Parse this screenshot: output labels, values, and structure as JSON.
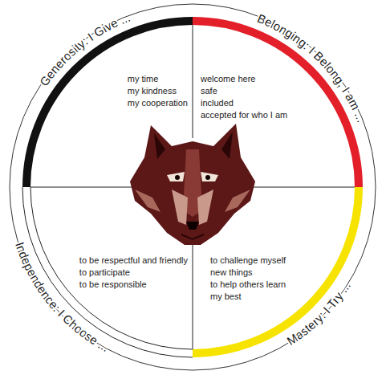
{
  "diagram": {
    "nodes": [
      {
        "text": [
          "Generosity: I Give ...",
          "my time",
          "my kindness",
          "my cooperation"
        ]
      },
      {
        "text": [
          "Belonging: I Belong, I am ...",
          "welcome here",
          "safe",
          "included",
          "accepted for who I am"
        ]
      },
      {
        "text": [
          "Independence: I Choose ...",
          "to be respectful and friendly",
          "to participate",
          "to be responsible"
        ]
      },
      {
        "text": [
          "Mastery: I Try ...",
          "to challenge myself",
          "new things",
          "to help others learn",
          "my best"
        ]
      }
    ]
  }
}
